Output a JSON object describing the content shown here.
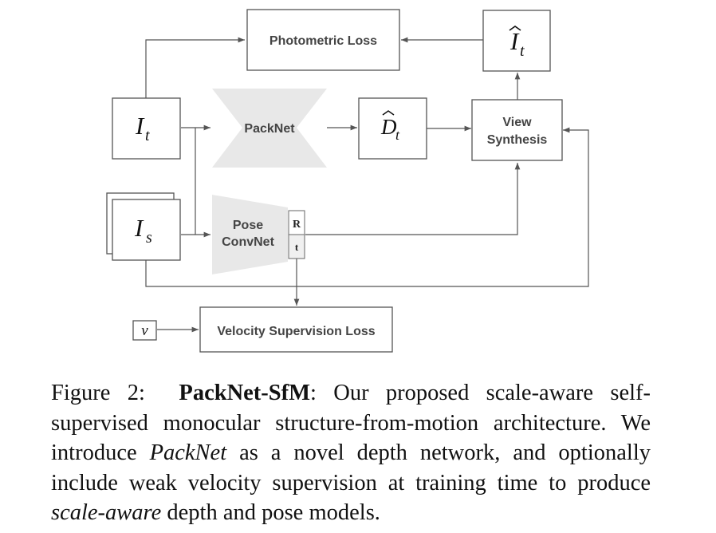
{
  "diagram": {
    "photometric_loss": "Photometric Loss",
    "image_hat_symbol": "I",
    "image_hat_subscript": "t",
    "image_target_symbol": "I",
    "image_target_subscript": "t",
    "packnet": "PackNet",
    "depth_hat_symbol": "D",
    "depth_hat_subscript": "t",
    "view_synthesis_line1": "View",
    "view_synthesis_line2": "Synthesis",
    "image_source_symbol": "I",
    "image_source_subscript": "s",
    "pose_line1": "Pose",
    "pose_line2": "ConvNet",
    "rotation": "R",
    "translation": "t",
    "velocity_symbol": "v",
    "velocity_loss": "Velocity Supervision Loss"
  },
  "caption": {
    "prefix": "Figure 2:",
    "title": "PackNet-SfM",
    "part1": ": Our proposed scale-aware self-supervised monocular structure-from-motion architecture. We introduce ",
    "emph1": "PackNet",
    "part2": " as a novel depth network, and optionally include weak velocity supervision at training time to produce ",
    "emph2": "scale-aware",
    "part3": " depth and pose models."
  }
}
